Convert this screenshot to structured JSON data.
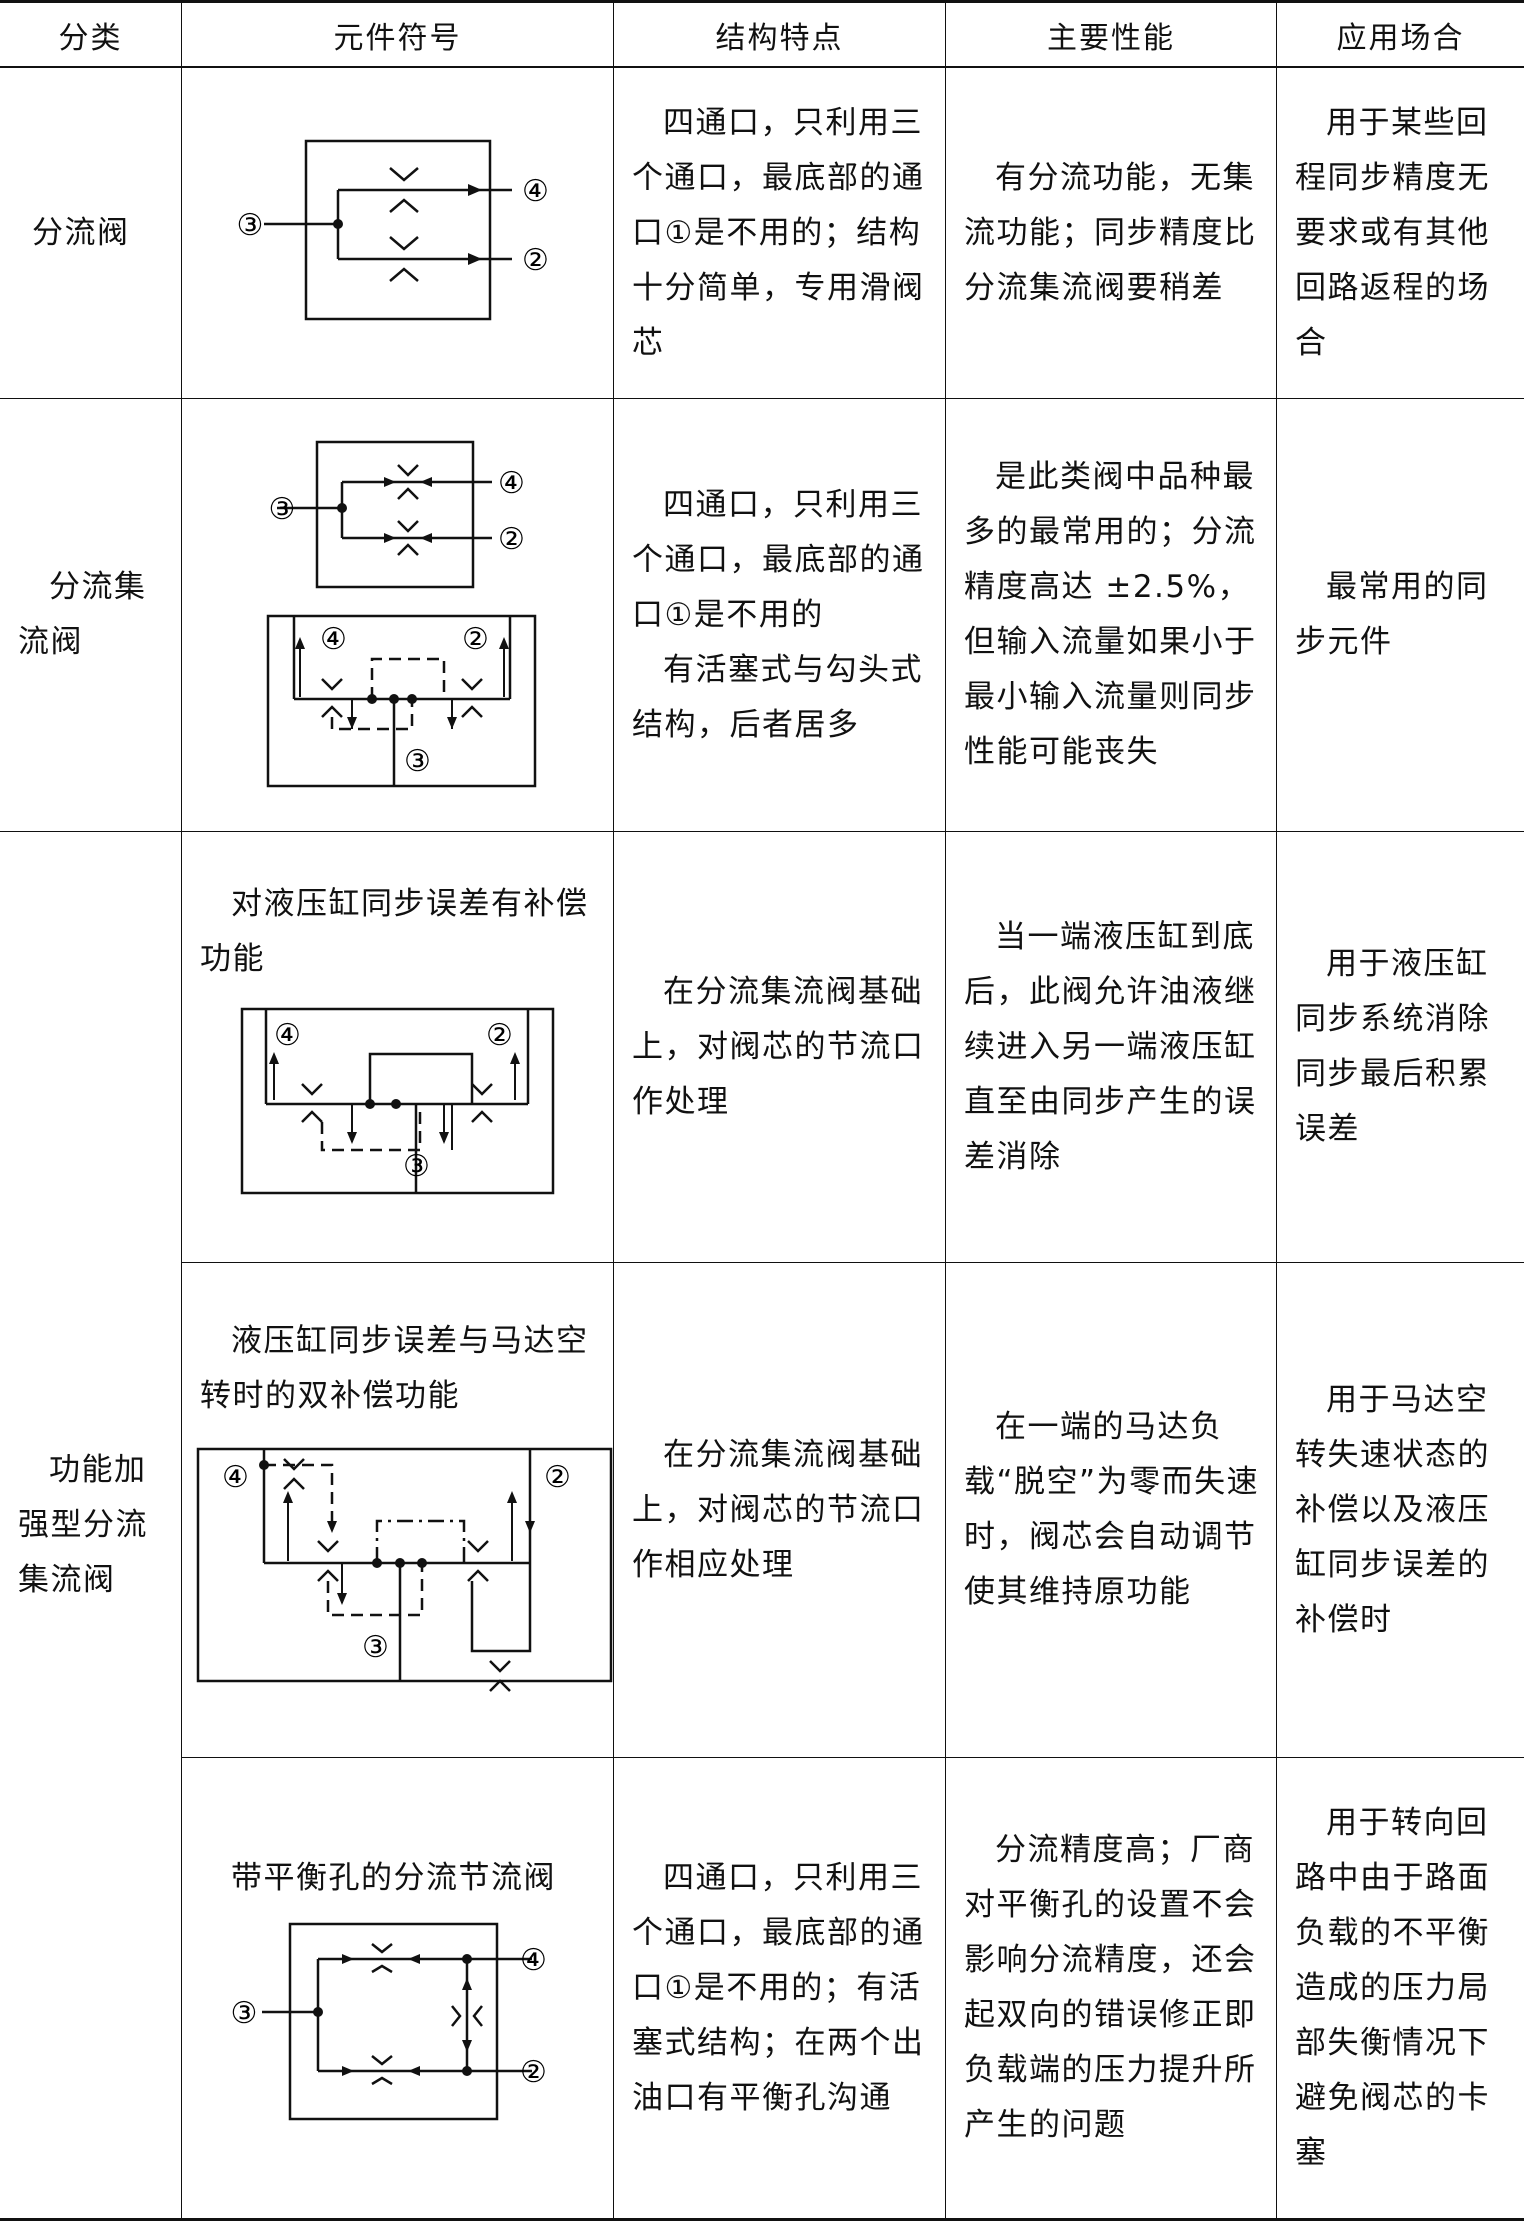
{
  "header": {
    "col1": "分类",
    "col2": "元件符号",
    "col3": "结构特点",
    "col4": "主要性能",
    "col5": "应用场合"
  },
  "rows": [
    {
      "category": "分流阀",
      "symbol_caption": "",
      "structure": "四通口，只利用三个通口，最底部的通口①是不用的；结构十分简单，专用滑阀芯",
      "performance": "有分流功能，无集流功能；同步精度比分流集流阀要稍差",
      "application": "用于某些回程同步精度无要求或有其他回路返程的场合"
    },
    {
      "category": "分流集流阀",
      "symbol_caption": "",
      "structure": "四通口，只利用三个通口，最底部的通口①是不用的",
      "structure_2": "有活塞式与勾头式结构，后者居多",
      "performance": "是此类阀中品种最多的最常用的；分流精度高达 ±2.5%，但输入流量如果小于最小输入流量则同步性能可能丧失",
      "application": "最常用的同步元件"
    },
    {
      "category": "功能加强型分流集流阀",
      "symbol_caption": "对液压缸同步误差有补偿功能",
      "structure": "在分流集流阀基础上，对阀芯的节流口作处理",
      "performance": "当一端液压缸到底后，此阀允许油液继续进入另一端液压缸直至由同步产生的误差消除",
      "application": "用于液压缸同步系统消除同步最后积累误差"
    },
    {
      "category": "",
      "symbol_caption": "液压缸同步误差与马达空转时的双补偿功能",
      "structure": "在分流集流阀基础上，对阀芯的节流口作相应处理",
      "performance": "在一端的马达负载“脱空”为零而失速时，阀芯会自动调节使其维持原功能",
      "application": "用于马达空转失速状态的补偿以及液压缸同步误差的补偿时"
    },
    {
      "category": "",
      "symbol_caption": "带平衡孔的分流节流阀",
      "structure": "四通口，只利用三个通口，最底部的通口①是不用的；有活塞式结构；在两个出油口有平衡孔沟通",
      "performance": "分流精度高；厂商对平衡孔的设置不会影响分流精度，还会起双向的错误修正即负载端的压力提升所产生的问题",
      "application": "用于转向回路中由于路面负载的不平衡造成的压力局部失衡情况下避免阀芯的卡塞"
    }
  ],
  "port_labels": {
    "p2": "②",
    "p3": "③",
    "p4": "④"
  }
}
